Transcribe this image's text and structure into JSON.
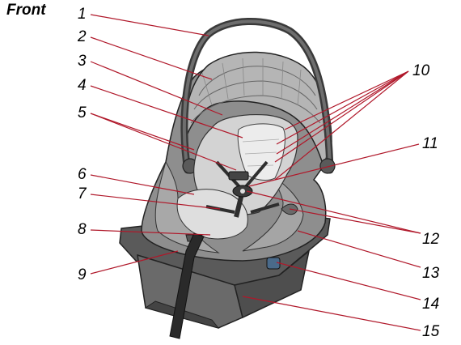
{
  "heading": "Front",
  "callouts": [
    "1",
    "2",
    "3",
    "4",
    "5",
    "6",
    "7",
    "8",
    "9",
    "10",
    "11",
    "12",
    "13",
    "14",
    "15"
  ],
  "colors": {
    "shell_dark": "#4a4a4a",
    "shell_mid": "#8a8a8a",
    "fabric": "#bdbdbd",
    "fabric_light": "#d9d9d9",
    "fabric_lighter": "#ececec",
    "leader": "#b0182a",
    "text": "#000000"
  }
}
